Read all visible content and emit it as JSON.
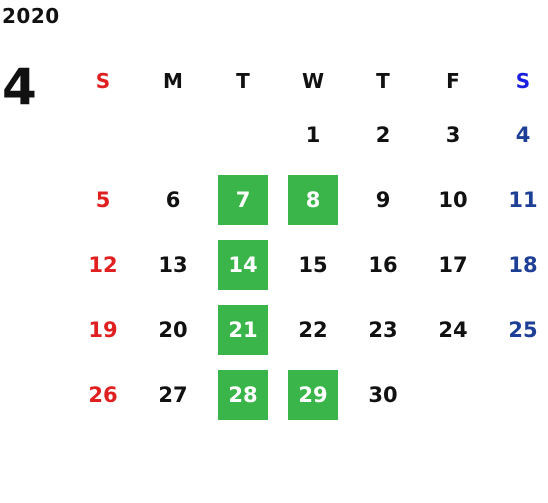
{
  "calendar": {
    "year": "2020",
    "month": "4",
    "weekdays": [
      "S",
      "M",
      "T",
      "W",
      "T",
      "F",
      "S"
    ],
    "weeks": [
      [
        "",
        "",
        "",
        "1",
        "2",
        "3",
        "4"
      ],
      [
        "5",
        "6",
        "7",
        "8",
        "9",
        "10",
        "11"
      ],
      [
        "12",
        "13",
        "14",
        "15",
        "16",
        "17",
        "18"
      ],
      [
        "19",
        "20",
        "21",
        "22",
        "23",
        "24",
        "25"
      ],
      [
        "26",
        "27",
        "28",
        "29",
        "30",
        "",
        ""
      ]
    ],
    "highlighted_days": [
      "7",
      "8",
      "14",
      "21",
      "28",
      "29"
    ],
    "colors": {
      "sunday": "#e02020",
      "saturday_header": "#1a20e0",
      "saturday": "#1e3f96",
      "highlight_bg": "#3ab54a",
      "highlight_text": "#ffffff",
      "default_text": "#111111"
    }
  }
}
